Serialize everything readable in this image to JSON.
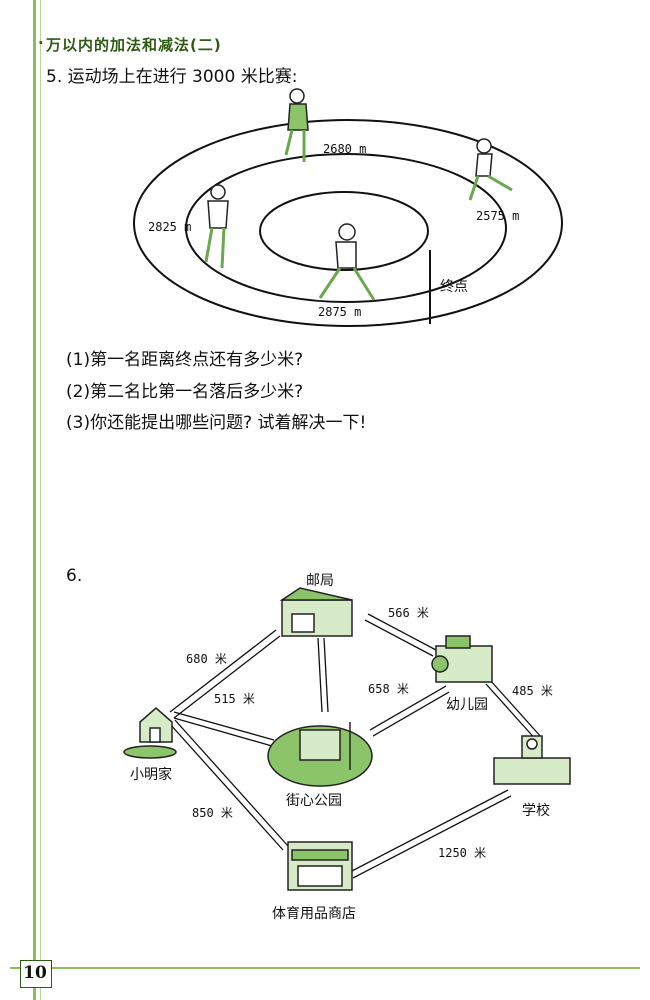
{
  "header": {
    "bullet": "·",
    "title": "万以内的加法和减法(二)"
  },
  "problem5": {
    "prompt": "5. 运动场上在进行 3000 米比赛:",
    "distances": [
      "2680 m",
      "2575 m",
      "2825 m",
      "2875 m"
    ],
    "finish_label": "终点",
    "questions": [
      "(1)第一名距离终点还有多少米?",
      "(2)第二名比第一名落后多少米?",
      "(3)你还能提出哪些问题? 试着解决一下!"
    ]
  },
  "problem6": {
    "number": "6.",
    "places": {
      "post_office": "邮局",
      "kindergarten": "幼儿园",
      "home": "小明家",
      "park": "街心公园",
      "school": "学校",
      "store": "体育用品商店"
    },
    "distances": {
      "post_kinder": "566 米",
      "post_home": "680 米",
      "home_park": "515 米",
      "park_kinder": "658 米",
      "kinder_school": "485 米",
      "home_store": "850 米",
      "store_school": "1250 米"
    }
  },
  "page_number": "10"
}
